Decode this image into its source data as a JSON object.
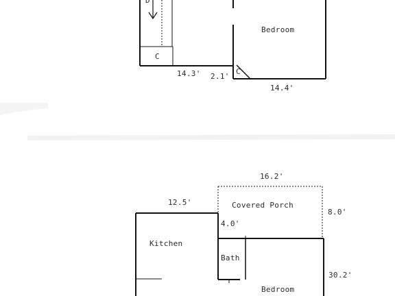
{
  "upper_plan": {
    "rooms": {
      "bedroom": "Bedroom",
      "closet_left": "C",
      "closet_corner": "C",
      "stair_letter": "D"
    },
    "dimensions": {
      "bottom_left": "14.3'",
      "bottom_mid": "2.1'",
      "bottom_right": "14.4'"
    }
  },
  "lower_plan": {
    "rooms": {
      "covered_porch": "Covered Porch",
      "kitchen": "Kitchen",
      "bath": "Bath",
      "bedroom": "Bedroom"
    },
    "dimensions": {
      "porch_width": "16.2'",
      "kitchen_width": "12.5'",
      "porch_depth": "8.0'",
      "bath_offset": "4.0'",
      "right_side": "30.2'"
    }
  }
}
